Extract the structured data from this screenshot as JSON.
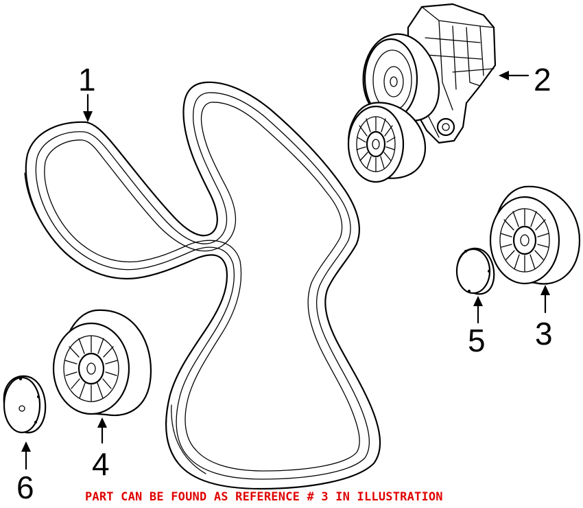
{
  "callouts": {
    "c1": "1",
    "c2": "2",
    "c3": "3",
    "c4": "4",
    "c5": "5",
    "c6": "6"
  },
  "note": "PART CAN BE FOUND AS REFERENCE # 3 IN ILLUSTRATION",
  "colors": {
    "line": "#000000",
    "note": "#e00000",
    "background": "#ffffff"
  }
}
